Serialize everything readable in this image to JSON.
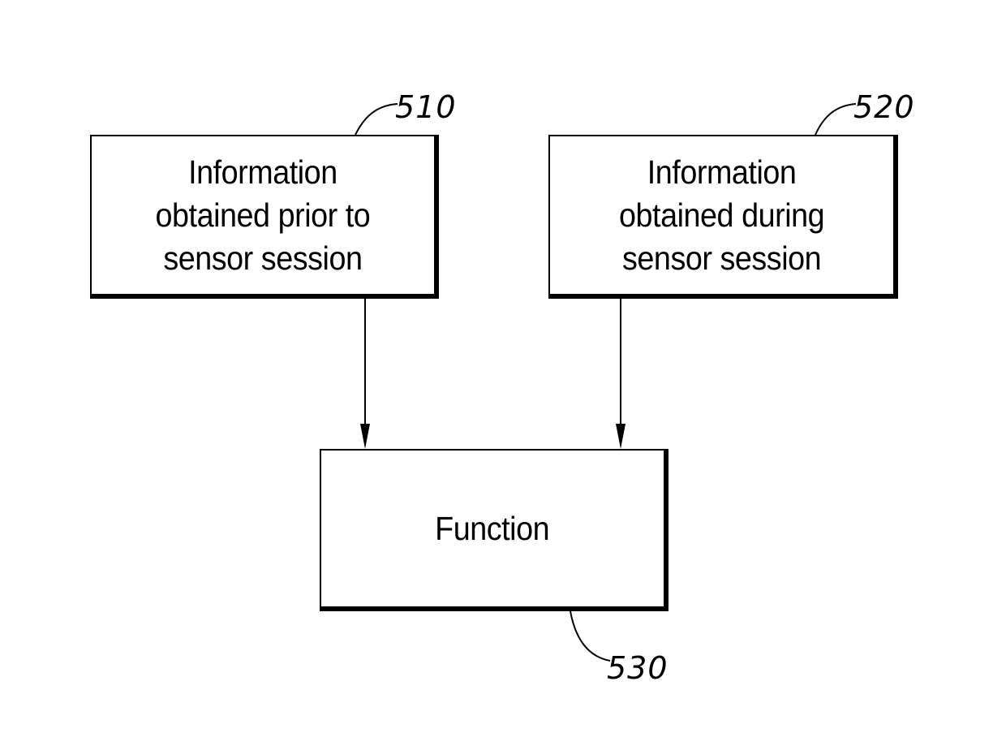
{
  "boxes": {
    "prior": {
      "ref": "510",
      "lines": [
        "Information",
        "obtained prior to",
        "sensor session"
      ]
    },
    "during": {
      "ref": "520",
      "lines": [
        "Information",
        "obtained during",
        "sensor session"
      ]
    },
    "function": {
      "ref": "530",
      "label": "Function"
    }
  },
  "colors": {
    "stroke": "#000000",
    "background": "#ffffff"
  }
}
